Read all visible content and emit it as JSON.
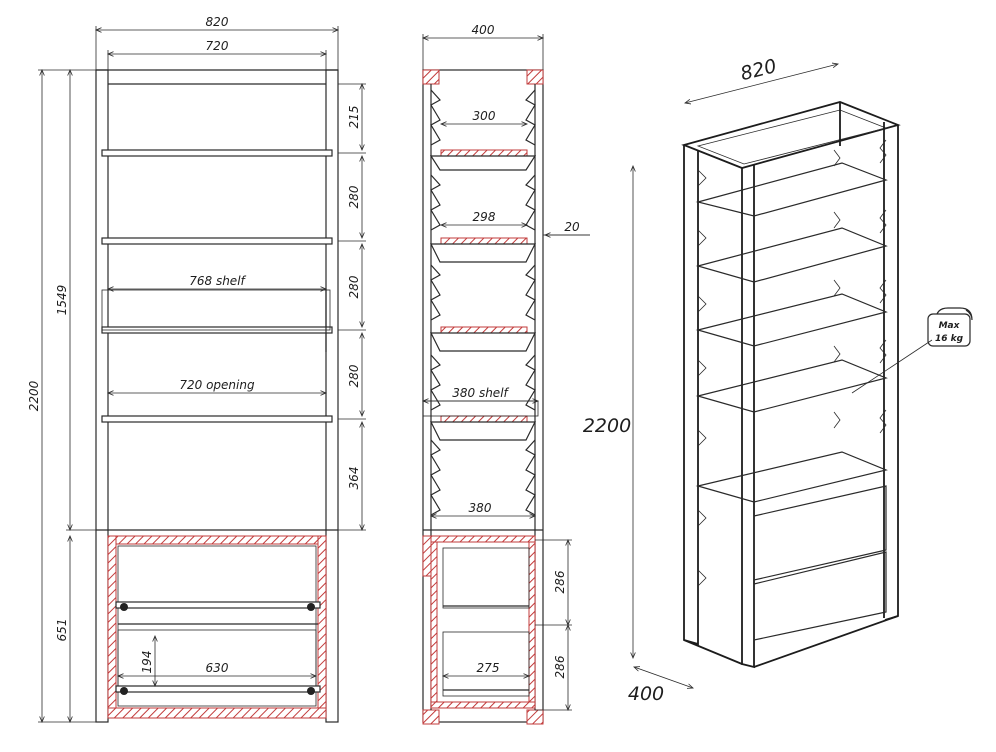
{
  "colors": {
    "line": "#2a2a2a",
    "hatch": "#c23b3b",
    "background": "#ffffff"
  },
  "front_view": {
    "width_outer": "820",
    "width_inner": "720",
    "height_total": "2200",
    "height_upper": "1549",
    "height_lower": "651",
    "shelf_spacings": [
      "215",
      "280",
      "280",
      "280",
      "364"
    ],
    "shelf_label": "768 shelf",
    "opening_label": "720 opening",
    "drawer_height": "194",
    "drawer_width": "630"
  },
  "side_view": {
    "depth_outer": "400",
    "depth_top_inner": "300",
    "depth_shelf_inner": "298",
    "thickness_callout": "20",
    "shelf_depth_label": "380 shelf",
    "base_depth": "380",
    "drawer_depth": "275",
    "drawer_heights": [
      "286",
      "286"
    ]
  },
  "iso_view": {
    "width": "820",
    "height": "2200",
    "depth": "400",
    "weight_badge": {
      "line1": "Max",
      "line2": "16 kg"
    }
  }
}
